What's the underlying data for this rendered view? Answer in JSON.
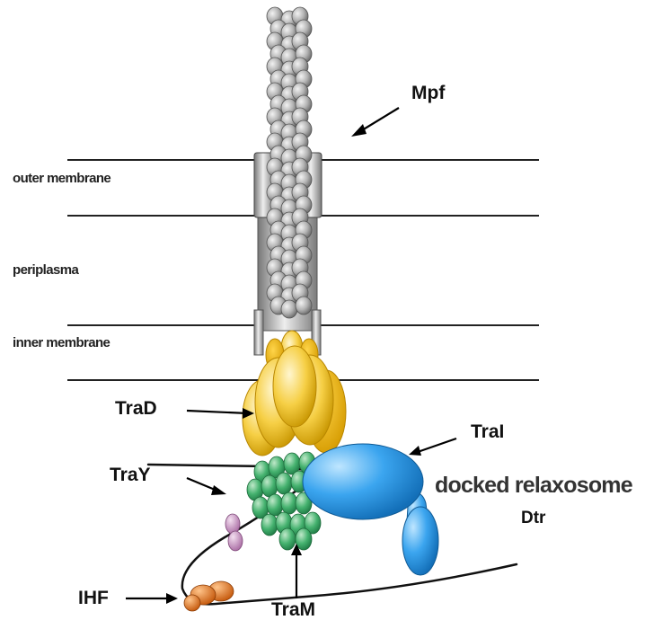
{
  "labels": {
    "mpf": "Mpf",
    "outer_membrane": "outer membrane",
    "periplasma": "periplasma",
    "inner_membrane": "inner membrane",
    "trad": "TraD",
    "trai": "TraI",
    "docked_relaxosome": "docked relaxosome",
    "dtr": "Dtr",
    "tray": "TraY",
    "ihf": "IHF",
    "tram": "TraM"
  },
  "colors": {
    "pilus": "#b9b9b9",
    "channel": "#c8c8c8",
    "trad": "#f4c20f",
    "trai": "#2f95e0",
    "tram": "#3daa6a",
    "tray": "#c88cc0",
    "ihf": "#e37a1f",
    "line": "#000000"
  }
}
